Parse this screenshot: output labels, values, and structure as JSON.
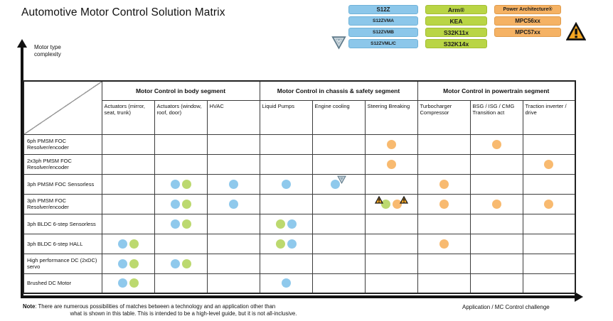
{
  "title": "Automotive Motor Control Solution Matrix",
  "axes": {
    "y_label": "Motor type complexity",
    "x_label": "Application / MC Control challenge"
  },
  "legend": {
    "columns": [
      {
        "family": "s12z",
        "color": "blue",
        "items": [
          "S12Z",
          "S12ZVMA",
          "S12ZVMB",
          "S12ZVML/C"
        ]
      },
      {
        "family": "arm",
        "color": "green",
        "items": [
          "Arm®",
          "KEA",
          "S32K11x",
          "S32K14x"
        ]
      },
      {
        "family": "power-architecture",
        "color": "orange",
        "items": [
          "Power Architecture®",
          "MPC56xx",
          "MPC57xx"
        ]
      }
    ],
    "icons": {
      "gray_triangle": "inverted-triangle-badge (next to S12ZVML/C)",
      "warning_triangle": "warning-triangle (next to MPC57xx)"
    }
  },
  "colors": {
    "blue": "#8FC9EC",
    "green": "#BCD96F",
    "orange": "#F8BA70",
    "warning_fill": "#F6A722",
    "gray_triangle_fill": "#C7D3DA"
  },
  "matrix": {
    "groups": [
      {
        "label": "Motor Control in body segment",
        "span": 3
      },
      {
        "label": "Motor Control in chassis & safety segment",
        "span": 3
      },
      {
        "label": "Motor Control in powertrain segment",
        "span": 3
      }
    ],
    "columns": [
      "Actuators (mirror, seat, trunk)",
      "Actuators (window, roof, door)",
      "HVAC",
      "Liquid Pumps",
      "Engine cooling",
      "Steering Breaking",
      "Turbocharger Compressor",
      "BSG / ISG / CMG Transition act",
      "Traction inverter / drive"
    ],
    "marker_legend": {
      "blue": "S12Z family",
      "green": "Arm family",
      "orange": "Power Architecture family",
      "warn": "warning triangle",
      "tri": "gray qualification triangle"
    },
    "rows": [
      {
        "label": "6ph PMSM FOC Resolver/encoder",
        "cells": [
          [],
          [],
          [],
          [],
          [],
          [
            "orange"
          ],
          [],
          [
            "orange"
          ],
          []
        ]
      },
      {
        "label": "2x3ph PMSM FOC Resolver/encoder",
        "cells": [
          [],
          [],
          [],
          [],
          [],
          [
            "orange"
          ],
          [],
          [],
          [
            "orange"
          ]
        ]
      },
      {
        "label": "3ph PMSM FOC Sensorless",
        "cells": [
          [],
          [
            "blue",
            "green"
          ],
          [
            "blue"
          ],
          [
            "blue"
          ],
          [
            "blue",
            "tri"
          ],
          [],
          [
            "orange"
          ],
          [],
          []
        ]
      },
      {
        "label": "3ph PMSM FOC Resolver/encoder",
        "cells": [
          [],
          [
            "blue",
            "green"
          ],
          [
            "blue"
          ],
          [],
          [],
          [
            "warn",
            "green",
            "orange",
            "warn"
          ],
          [
            "orange"
          ],
          [
            "orange"
          ],
          [
            "orange"
          ]
        ]
      },
      {
        "label": "3ph BLDC 6-step Sensorless",
        "cells": [
          [],
          [
            "blue",
            "green"
          ],
          [],
          [
            "green",
            "blue"
          ],
          [],
          [],
          [],
          [],
          []
        ]
      },
      {
        "label": "3ph BLDC 6-step HALL",
        "cells": [
          [
            "blue",
            "green"
          ],
          [],
          [],
          [
            "green",
            "blue"
          ],
          [],
          [],
          [
            "orange"
          ],
          [],
          []
        ]
      },
      {
        "label": "High performance DC (2xDC) servo",
        "cells": [
          [
            "blue",
            "green"
          ],
          [
            "blue",
            "green"
          ],
          [],
          [],
          [],
          [],
          [],
          [],
          []
        ]
      },
      {
        "label": "Brushed DC Motor",
        "cells": [
          [
            "blue",
            "green"
          ],
          [],
          [],
          [
            "blue"
          ],
          [],
          [],
          [],
          [],
          []
        ]
      }
    ]
  },
  "note": {
    "prefix": "Note",
    "line1": ": There are numerous possibilities of matches between a technology and an application other than",
    "line2": "what is shown in this table. This is intended to be a high-level guide, but it is not all-inclusive."
  }
}
